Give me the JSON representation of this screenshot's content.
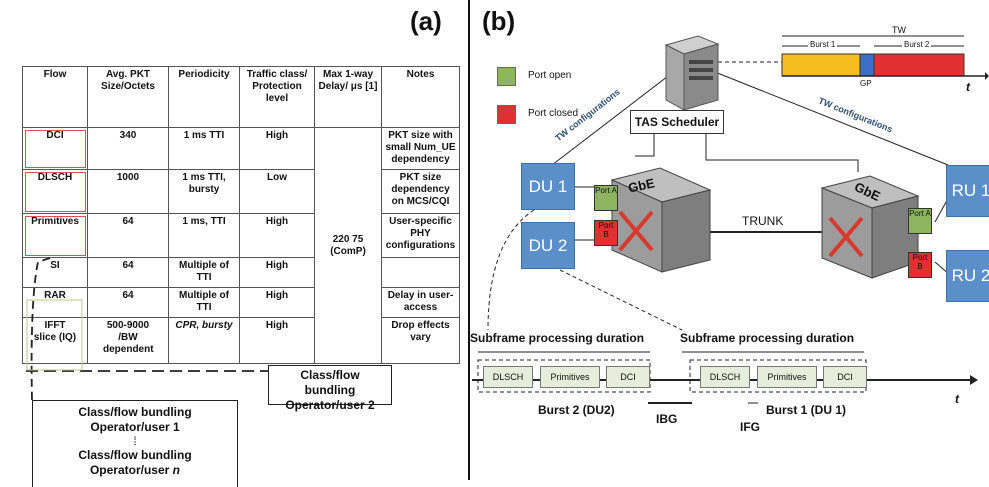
{
  "panel_a": {
    "label": "(a)",
    "columns": [
      "Flow",
      "Avg. PKT Size/Octets",
      "Periodicity",
      "Traffic class/ Protection level",
      "Max 1-way Delay/ μs [1]",
      "Notes"
    ],
    "rows": [
      {
        "flow": "DCI",
        "size": "340",
        "period": "1 ms TTI",
        "class": "High",
        "notes": "PKT size with small Num_UE dependency"
      },
      {
        "flow": "DLSCH",
        "size": "1000",
        "period": "1 ms TTI, bursty",
        "class": "Low",
        "notes": "PKT size dependency on MCS/CQI"
      },
      {
        "flow": "Primitives",
        "size": "64",
        "period": "1 ms, TTI",
        "class": "High",
        "notes": "User-specific PHY configurations"
      },
      {
        "flow": "SI",
        "size": "64",
        "period": "Multiple of TTI",
        "class": "High",
        "notes": ""
      },
      {
        "flow": "RAR",
        "size": "64",
        "period": "Multiple of TTI",
        "class": "High",
        "notes": "Delay in user-access"
      },
      {
        "flow": "IFFT slice (IQ)",
        "size": "500-9000 /BW dependent",
        "period": "CPR, bursty",
        "class": "High",
        "notes": "Drop effects vary"
      }
    ],
    "delay_merged": "220 75 (ComP)",
    "bundle_user2": "Class/flow bundling Operator/user 2",
    "bundle_user1_a": "Class/flow bundling",
    "bundle_user1_b": "Operator/user 1",
    "bundle_dots": "⁞",
    "bundle_usern_a": "Class/flow bundling",
    "bundle_usern_b": "Operator/user ",
    "bundle_usern_n": "n"
  },
  "panel_b": {
    "label": "(b)",
    "legend_open": "Port open",
    "legend_closed": "Port closed",
    "scheduler": "TAS Scheduler",
    "tw_config": "TW configurations",
    "du1": "DU 1",
    "du2": "DU 2",
    "ru1": "RU 1",
    "ru2": "RU 2",
    "gbe": "GbE",
    "trunk": "TRUNK",
    "port_a": "Port A",
    "port_b": "Port B",
    "tw_label": "TW",
    "burst1": "Burst 1",
    "burst2": "Burst 2",
    "gp": "GP",
    "t": "t",
    "subframe": "Subframe processing duration",
    "dlsch": "DLSCH",
    "primitives": "Primitives",
    "dci": "DCI",
    "burst2_du2": "Burst 2 (DU2)",
    "burst1_du1": "Burst 1 (DU 1)",
    "ibg": "IBG",
    "ifg": "IFG",
    "colors": {
      "open": "#8db560",
      "closed": "#e03030",
      "du": "#5b8fc9",
      "burst_yellow": "#f5bd1f",
      "gp_blue": "#3b6ec8"
    }
  }
}
